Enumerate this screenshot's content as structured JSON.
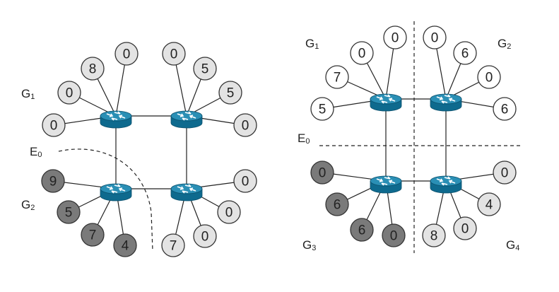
{
  "colors": {
    "light": "#e3e3e3",
    "white": "#ffffff",
    "mid": "#9a9a9a",
    "dark": "#7a7a7a",
    "router_top": "#2a8fb5",
    "router_side": "#0e6a8e"
  },
  "left_diagram": {
    "labels": [
      {
        "id": "g1",
        "main": "G",
        "sub": "1"
      },
      {
        "id": "e0",
        "main": "E",
        "sub": "0"
      },
      {
        "id": "g2",
        "main": "G",
        "sub": "2"
      }
    ],
    "routers": [
      "router-top-left",
      "router-top-right",
      "router-bottom-left",
      "router-bottom-right"
    ],
    "nodes": [
      {
        "id": "L-tl-1",
        "value": "0",
        "shade": "light"
      },
      {
        "id": "L-tl-2",
        "value": "0",
        "shade": "light"
      },
      {
        "id": "L-tl-3",
        "value": "8",
        "shade": "light"
      },
      {
        "id": "L-tl-4",
        "value": "0",
        "shade": "light"
      },
      {
        "id": "L-tr-1",
        "value": "0",
        "shade": "light"
      },
      {
        "id": "L-tr-2",
        "value": "5",
        "shade": "light"
      },
      {
        "id": "L-tr-3",
        "value": "5",
        "shade": "light"
      },
      {
        "id": "L-tr-4",
        "value": "0",
        "shade": "light"
      },
      {
        "id": "L-bl-1",
        "value": "9",
        "shade": "dark"
      },
      {
        "id": "L-bl-2",
        "value": "5",
        "shade": "dark"
      },
      {
        "id": "L-bl-3",
        "value": "7",
        "shade": "dark"
      },
      {
        "id": "L-bl-4",
        "value": "4",
        "shade": "dark"
      },
      {
        "id": "L-br-1",
        "value": "0",
        "shade": "light"
      },
      {
        "id": "L-br-2",
        "value": "0",
        "shade": "light"
      },
      {
        "id": "L-br-3",
        "value": "0",
        "shade": "light"
      },
      {
        "id": "L-br-4",
        "value": "7",
        "shade": "light"
      }
    ]
  },
  "right_diagram": {
    "labels": [
      {
        "id": "g1",
        "main": "G",
        "sub": "1"
      },
      {
        "id": "g2",
        "main": "G",
        "sub": "2"
      },
      {
        "id": "e0",
        "main": "E",
        "sub": "0"
      },
      {
        "id": "g3",
        "main": "G",
        "sub": "3"
      },
      {
        "id": "g4",
        "main": "G",
        "sub": "4"
      }
    ],
    "routers": [
      "router-top-left",
      "router-top-right",
      "router-bottom-left",
      "router-bottom-right"
    ],
    "nodes": [
      {
        "id": "R-tl-1",
        "value": "5",
        "shade": "white"
      },
      {
        "id": "R-tl-2",
        "value": "7",
        "shade": "white"
      },
      {
        "id": "R-tl-3",
        "value": "0",
        "shade": "white"
      },
      {
        "id": "R-tl-4",
        "value": "0",
        "shade": "white"
      },
      {
        "id": "R-tr-1",
        "value": "0",
        "shade": "white"
      },
      {
        "id": "R-tr-2",
        "value": "6",
        "shade": "white"
      },
      {
        "id": "R-tr-3",
        "value": "0",
        "shade": "white"
      },
      {
        "id": "R-tr-4",
        "value": "6",
        "shade": "white"
      },
      {
        "id": "R-bl-1",
        "value": "0",
        "shade": "dark"
      },
      {
        "id": "R-bl-2",
        "value": "6",
        "shade": "dark"
      },
      {
        "id": "R-bl-3",
        "value": "6",
        "shade": "dark"
      },
      {
        "id": "R-bl-4",
        "value": "0",
        "shade": "dark"
      },
      {
        "id": "R-br-1",
        "value": "0",
        "shade": "light"
      },
      {
        "id": "R-br-2",
        "value": "4",
        "shade": "light"
      },
      {
        "id": "R-br-3",
        "value": "0",
        "shade": "light"
      },
      {
        "id": "R-br-4",
        "value": "8",
        "shade": "light"
      }
    ]
  }
}
